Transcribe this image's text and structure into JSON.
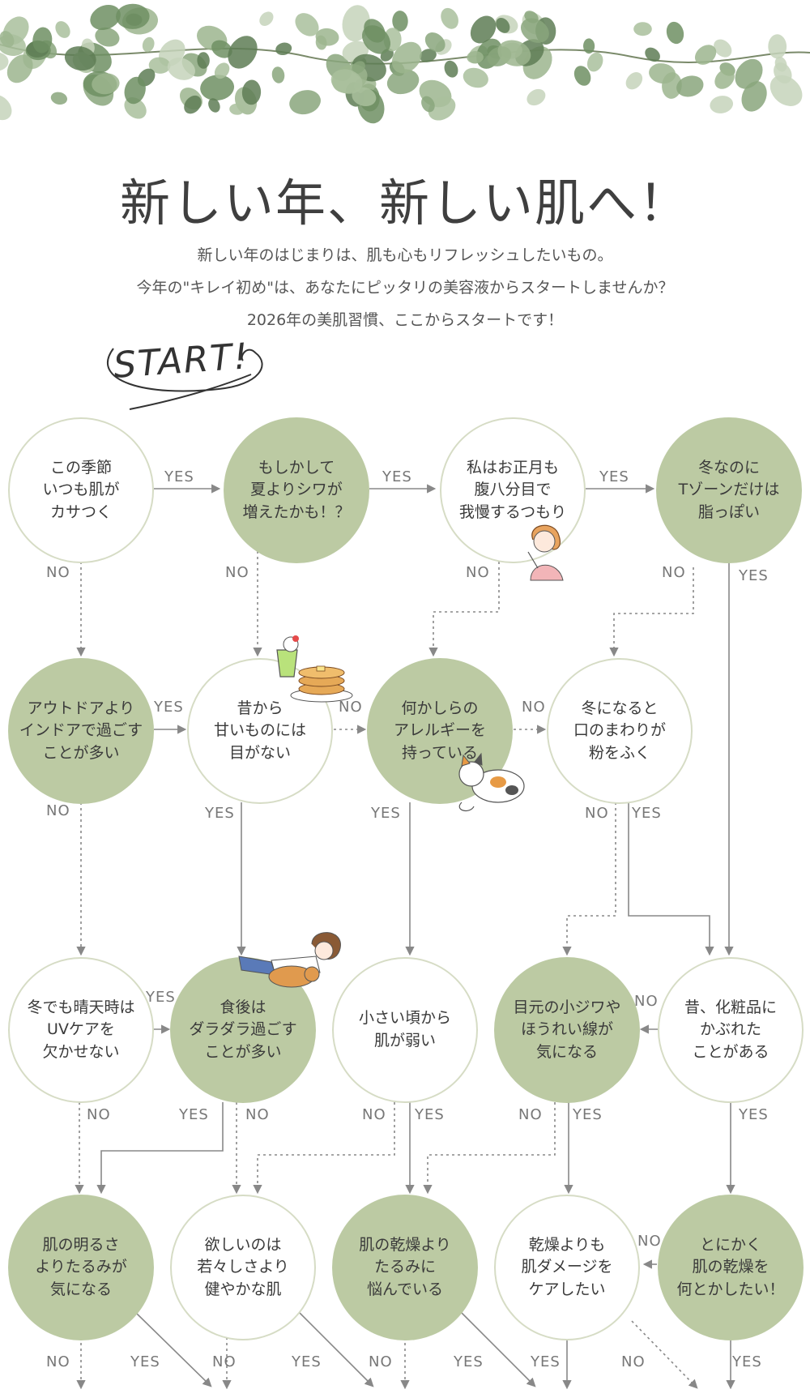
{
  "title": "新しい年、新しい肌へ！",
  "intro": [
    "新しい年のはじまりは、肌も心もリフレッシュしたいもの。",
    "今年の\"キレイ初め\"は、あなたにピッタリの美容液からスタートしませんか？",
    "2026年の美肌習慣、ここからスタートです！"
  ],
  "start_label": "START!",
  "nodes": {
    "n1": "この季節\nいつも肌が\nカサつく",
    "n2": "もしかして\n夏よりシワが\n増えたかも！？",
    "n3": "私はお正月も\n腹八分目で\n我慢するつもり",
    "n4": "冬なのに\nTゾーンだけは\n脂っぽい",
    "n5": "アウトドアより\nインドアで過ごす\nことが多い",
    "n6": "昔から\n甘いものには\n目がない",
    "n7": "何かしらの\nアレルギーを\n持っている",
    "n8": "冬になると\n口のまわりが\n粉をふく",
    "n9": "冬でも晴天時は\nUVケアを\n欠かせない",
    "n10": "食後は\nダラダラ過ごす\nことが多い",
    "n11": "小さい頃から\n肌が弱い",
    "n12": "目元の小ジワや\nほうれい線が\n気になる",
    "n13": "昔、化粧品に\nかぶれた\nことがある",
    "n14": "肌の明るさ\nよりたるみが\n気になる",
    "n15": "欲しいのは\n若々しさより\n健やかな肌",
    "n16": "肌の乾燥より\nたるみに\n悩んでいる",
    "n17": "乾燥よりも\n肌ダメージを\nケアしたい",
    "n18": "とにかく\n肌の乾燥を\n何とかしたい！"
  },
  "answers": {
    "yes": "YES",
    "no": "NO"
  },
  "colors": {
    "filled": "#bccaa3",
    "outline": "#d6dcc5",
    "line": "#888888"
  },
  "icons": [
    "eucalyptus-garland-icon",
    "woman-eating-icon",
    "melon-soda-pancake-icon",
    "cat-icon",
    "woman-lying-with-dog-icon"
  ]
}
